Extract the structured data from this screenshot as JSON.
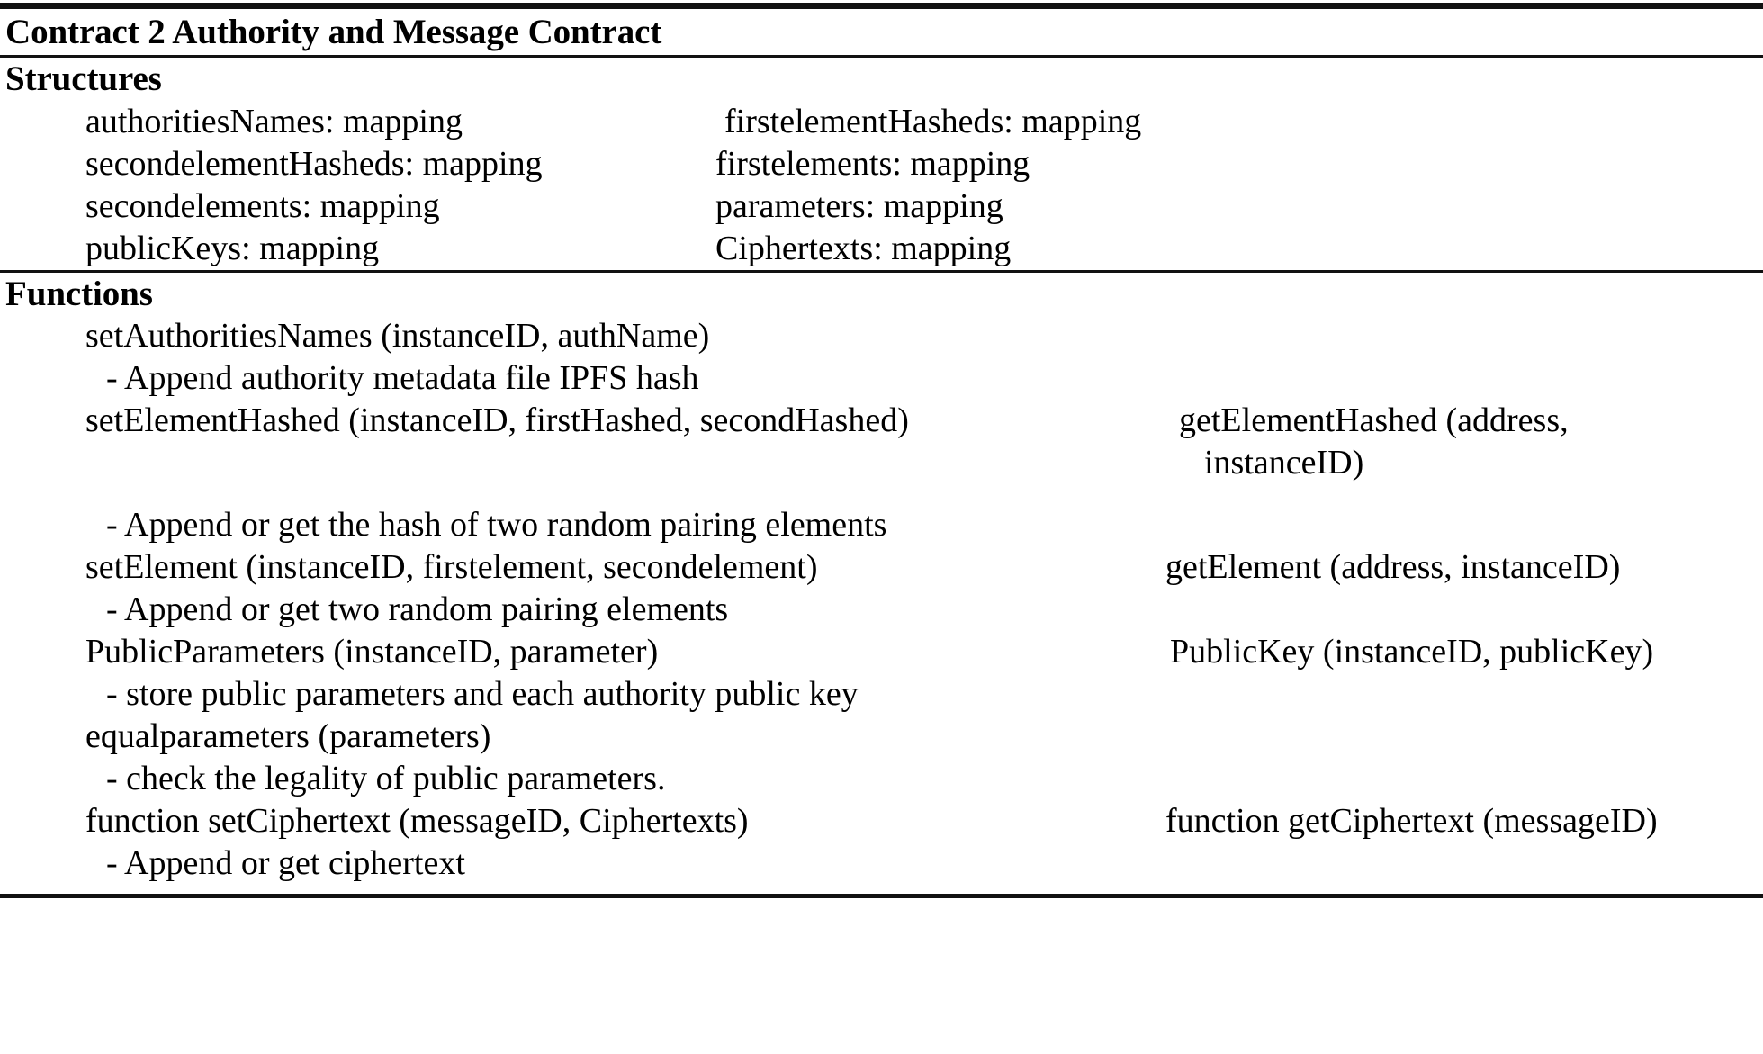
{
  "caption": "Contract 2 Authority and Message Contract",
  "sections": {
    "structures": {
      "heading": "Structures",
      "rows": [
        {
          "left": "authoritiesNames: mapping",
          "right": "firstelementHasheds: mapping"
        },
        {
          "left": "secondelementHasheds: mapping",
          "right": "firstelements: mapping"
        },
        {
          "left": "secondelements: mapping",
          "right": "parameters: mapping"
        },
        {
          "left": "publicKeys: mapping",
          "right": "Ciphertexts: mapping"
        }
      ]
    },
    "functions": {
      "heading": "Functions",
      "rows": [
        {
          "left": "setAuthoritiesNames (instanceID, authName)",
          "right": "",
          "desc": "- Append authority metadata file IPFS hash"
        },
        {
          "left": "setElementHashed (instanceID, firstHashed, secondHashed)",
          "right": "getElementHashed (address,",
          "right_line2": "instanceID)",
          "desc": "- Append or get the hash of two random pairing elements"
        },
        {
          "left": "setElement (instanceID, firstelement, secondelement)",
          "right": "getElement (address, instanceID)",
          "desc": "- Append or get two random pairing elements"
        },
        {
          "left": "PublicParameters (instanceID, parameter)",
          "right": "PublicKey (instanceID, publicKey)",
          "desc": "- store public parameters and each authority public key"
        },
        {
          "left": "equalparameters (parameters)",
          "right": "",
          "desc": "- check the legality of public parameters."
        },
        {
          "left": "function setCiphertext (messageID, Ciphertexts)",
          "right": "function getCiphertext (messageID)",
          "desc": "- Append or get ciphertext"
        }
      ]
    }
  }
}
